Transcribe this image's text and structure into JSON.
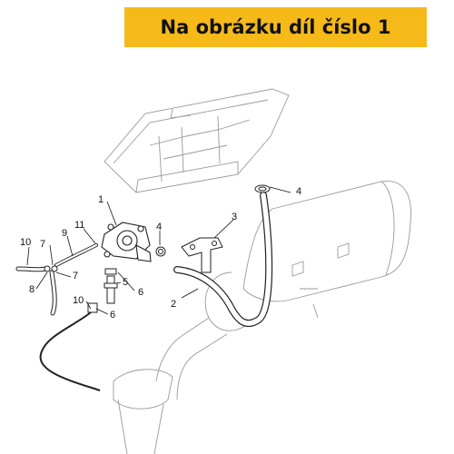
{
  "banner": {
    "text": "Na obrázku díl číslo 1",
    "background": "#f5b91a",
    "color": "#111111"
  },
  "diagram": {
    "line_color": "#8a8a8a",
    "part_color": "#333333",
    "callouts": [
      {
        "id": "c1",
        "text": "1"
      },
      {
        "id": "c2",
        "text": "2"
      },
      {
        "id": "c3",
        "text": "3"
      },
      {
        "id": "c4a",
        "text": "4"
      },
      {
        "id": "c4b",
        "text": "4"
      },
      {
        "id": "c5",
        "text": "5"
      },
      {
        "id": "c6a",
        "text": "6"
      },
      {
        "id": "c6b",
        "text": "6"
      },
      {
        "id": "c7a",
        "text": "7"
      },
      {
        "id": "c7b",
        "text": "7"
      },
      {
        "id": "c8",
        "text": "8"
      },
      {
        "id": "c9",
        "text": "9"
      },
      {
        "id": "c10a",
        "text": "10"
      },
      {
        "id": "c10b",
        "text": "10"
      },
      {
        "id": "c11",
        "text": "11"
      }
    ]
  }
}
